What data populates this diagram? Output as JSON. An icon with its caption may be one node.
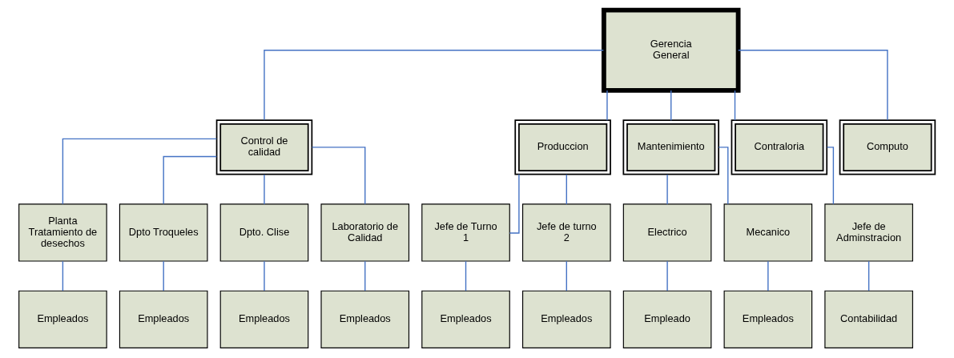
{
  "diagram": {
    "nodes": [
      {
        "text": [
          "Gerencia General"
        ]
      },
      {
        "text": [
          "Control de calidad"
        ]
      },
      {
        "text": [
          "Produccion"
        ]
      },
      {
        "text": [
          "Mantenimiento"
        ]
      },
      {
        "text": [
          "Contraloria"
        ]
      },
      {
        "text": [
          "Computo"
        ]
      },
      {
        "text": [
          "Planta Tratamiento de desechos"
        ]
      },
      {
        "text": [
          "Dpto Troqueles"
        ]
      },
      {
        "text": [
          "Dpto. Clise"
        ]
      },
      {
        "text": [
          "Laboratorio de Calidad"
        ]
      },
      {
        "text": [
          "Jefe de Turno 1"
        ]
      },
      {
        "text": [
          "Jefe de turno 2"
        ]
      },
      {
        "text": [
          "Electrico"
        ]
      },
      {
        "text": [
          "Mecanico"
        ]
      },
      {
        "text": [
          "Jefe de Adminstracion"
        ]
      },
      {
        "text": [
          "Empleados"
        ]
      },
      {
        "text": [
          "Empleados"
        ]
      },
      {
        "text": [
          "Empleados"
        ]
      },
      {
        "text": [
          "Empleados"
        ]
      },
      {
        "text": [
          "Empleados"
        ]
      },
      {
        "text": [
          "Empleados"
        ]
      },
      {
        "text": [
          "Empleado"
        ]
      },
      {
        "text": [
          "Empleados"
        ]
      },
      {
        "text": [
          "Contabilidad"
        ]
      }
    ],
    "edges": [
      {
        "from": 0,
        "to": 1,
        "arrow": "none"
      },
      {
        "from": 0,
        "to": 2,
        "arrow": "none"
      },
      {
        "from": 0,
        "to": 3,
        "arrow": "none"
      },
      {
        "from": 0,
        "to": 4,
        "arrow": "none"
      },
      {
        "from": 0,
        "to": 5,
        "arrow": "none"
      },
      {
        "from": 1,
        "to": 6,
        "arrow": "none"
      },
      {
        "from": 1,
        "to": 7,
        "arrow": "none"
      },
      {
        "from": 1,
        "to": 8,
        "arrow": "none"
      },
      {
        "from": 1,
        "to": 9,
        "arrow": "none"
      },
      {
        "from": 2,
        "to": 10,
        "arrow": "none"
      },
      {
        "from": 2,
        "to": 11,
        "arrow": "none"
      },
      {
        "from": 3,
        "to": 12,
        "arrow": "none"
      },
      {
        "from": 3,
        "to": 13,
        "arrow": "none"
      },
      {
        "from": 4,
        "to": 14,
        "arrow": "none"
      },
      {
        "from": 6,
        "to": 15,
        "arrow": "none"
      },
      {
        "from": 7,
        "to": 16,
        "arrow": "none"
      },
      {
        "from": 8,
        "to": 17,
        "arrow": "none"
      },
      {
        "from": 9,
        "to": 18,
        "arrow": "none"
      },
      {
        "from": 10,
        "to": 19,
        "arrow": "none"
      },
      {
        "from": 11,
        "to": 20,
        "arrow": "none"
      },
      {
        "from": 12,
        "to": 21,
        "arrow": "none"
      },
      {
        "from": 13,
        "to": 22,
        "arrow": "none"
      },
      {
        "from": 14,
        "to": 23,
        "arrow": "none"
      }
    ]
  }
}
